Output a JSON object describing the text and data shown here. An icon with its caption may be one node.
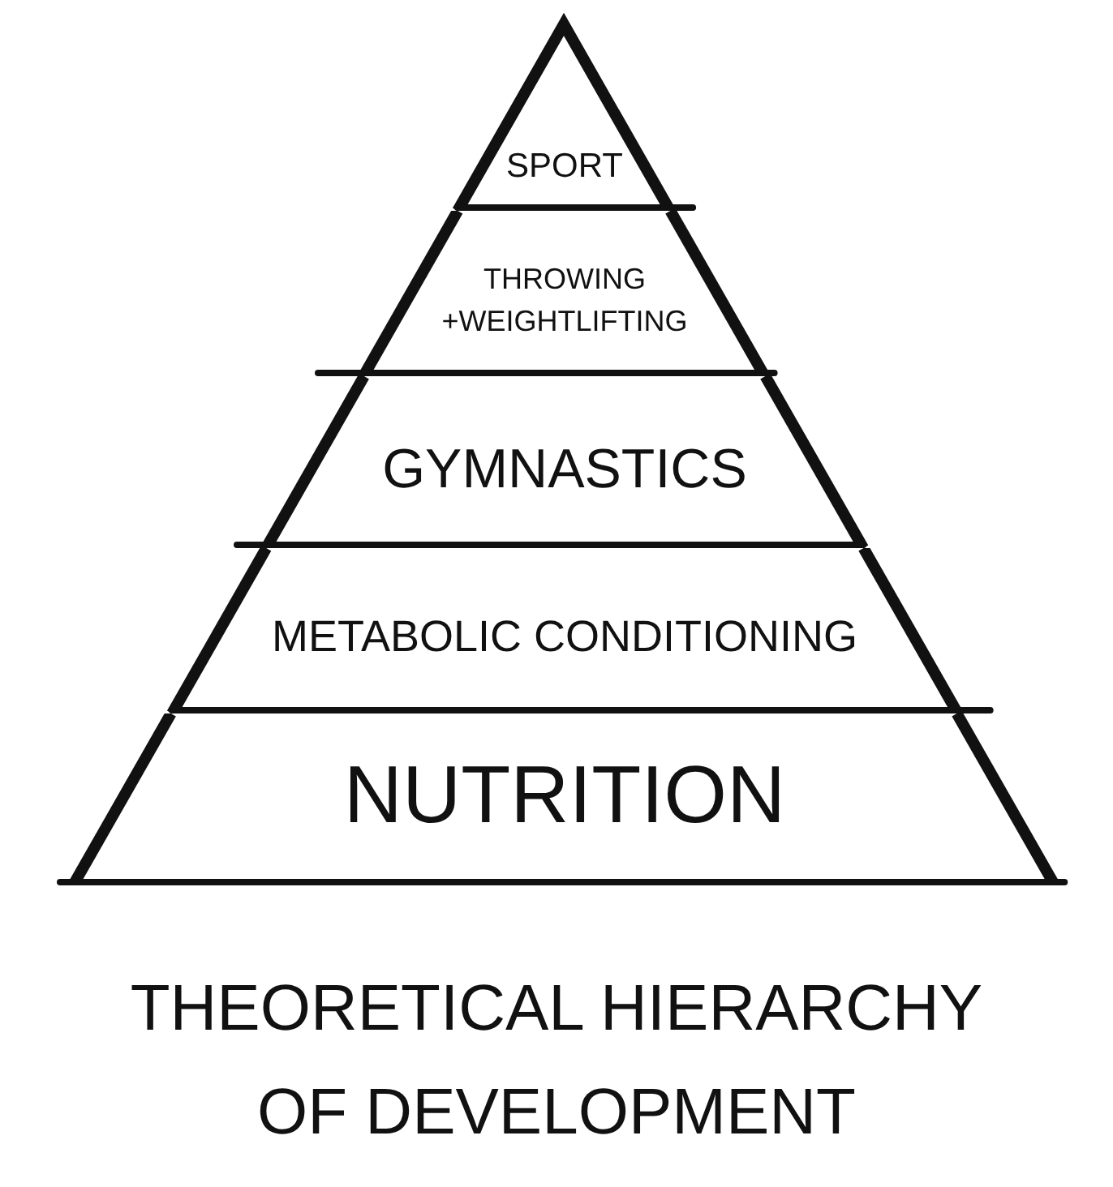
{
  "diagram": {
    "caption": "THEORETICAL HIERARCHY OF DEVELOPMENT",
    "nodes": [
      {
        "text": [
          "SPORT"
        ]
      },
      {
        "text": [
          "THROWING +WEIGHTLIFTING"
        ]
      },
      {
        "text": [
          "GYMNASTICS"
        ]
      },
      {
        "text": [
          "METABOLIC CONDITIONING"
        ]
      },
      {
        "text": [
          "NUTRITION"
        ]
      }
    ]
  }
}
